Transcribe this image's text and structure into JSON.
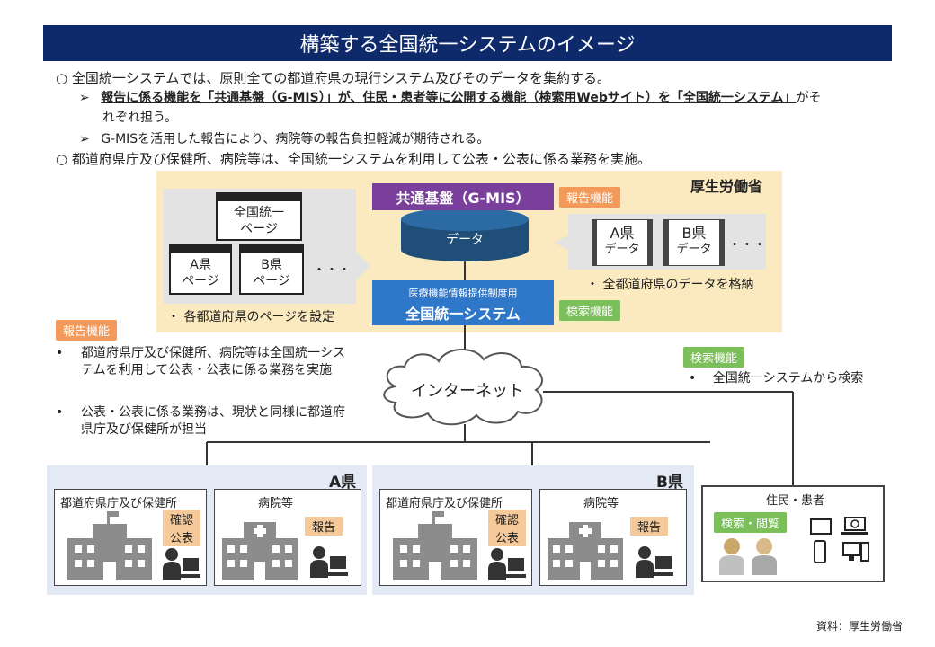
{
  "title": "構築する全国統一システムのイメージ",
  "intro": {
    "item1": "○ 全国統一システムでは、原則全ての都道府県の現行システム及びそのデータを集約する。",
    "sub1a_bold": "報告に係る機能を「共通基盤（G-MIS）」が、住民・患者等に公開する機能（検索用Webサイト）を「全国統一システム」",
    "sub1a_tail": "がそ",
    "sub1a_cont": "れぞれ担う。",
    "sub1b": "G-MISを活用した報告により、病院等の報告負担軽減が期待される。",
    "item2": "○ 都道府県庁及び保健所、病院等は、全国統一システムを利用して公表・公表に係る業務を実施。"
  },
  "mhlw": {
    "label": "厚生労働省",
    "gmis": "共通基盤（G-MIS）",
    "db_label": "データ",
    "report_tag": "報告機能",
    "search_tag": "検索機能",
    "system_sub": "医療機能情報提供制度用",
    "system_main": "全国統一システム",
    "pages": {
      "national_line1": "全国統一",
      "national_line2": "ページ",
      "a_line1": "A県",
      "a_line2": "ページ",
      "b_line1": "B県",
      "b_line2": "ページ",
      "dots": "・・・",
      "note": "・ 各都道府県のページを設定"
    },
    "data": {
      "a_line1": "A県",
      "a_line2": "データ",
      "b_line1": "B県",
      "b_line2": "データ",
      "dots": "・・・",
      "note": "・ 全都道府県のデータを格納"
    }
  },
  "left_notes": {
    "tag": "報告機能",
    "bullet1": "都道府県庁及び保健所、病院等は全国統一システムを利用して公表・公表に係る業務を実施",
    "bullet2": "公表・公表に係る業務は、現状と同様に都道府県庁及び保健所が担当"
  },
  "right_notes": {
    "tag": "検索機能",
    "bullet1": "全国統一システムから検索"
  },
  "internet": "インターネット",
  "prefectures": [
    {
      "name": "A県",
      "office": "都道府県庁及び保健所",
      "confirm": "確認",
      "publish": "公表",
      "hospital": "病院等",
      "report": "報告"
    },
    {
      "name": "B県",
      "office": "都道府県庁及び保健所",
      "confirm": "確認",
      "publish": "公表",
      "hospital": "病院等",
      "report": "報告"
    }
  ],
  "residents": {
    "label": "住民・患者",
    "browse": "検索・閲覧"
  },
  "source": "資料：厚生労働省",
  "colors": {
    "title_bg": "#0e2a6b",
    "mhlw_bg": "#fbe9bf",
    "gmis": "#7a3f9a",
    "system": "#2f77c9",
    "db": "#1f4e79",
    "orange_tag": "#f39a5b",
    "green_tag": "#7bbf5a",
    "region_bg": "#e3eaf5"
  }
}
